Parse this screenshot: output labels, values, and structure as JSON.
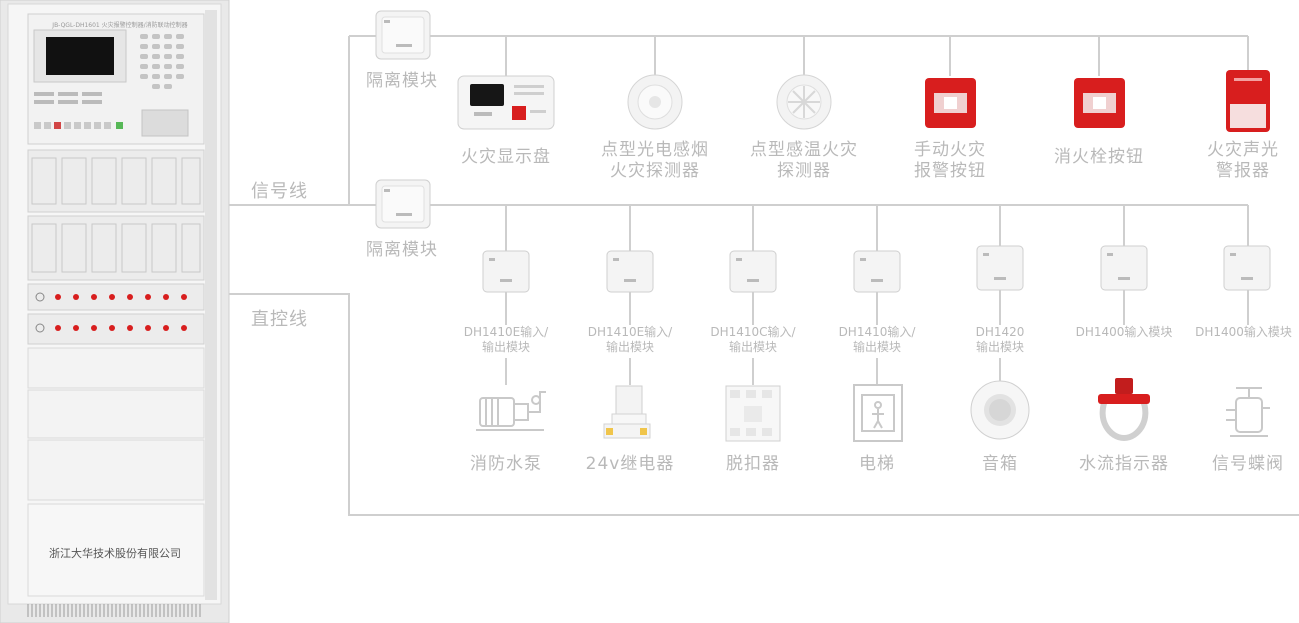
{
  "cabinet": {
    "title": "JB-QGL-DH1601 火灾报警控制器/消防联动控制器",
    "manufacturer": "浙江大华技术股份有限公司"
  },
  "lines": {
    "signal": "信号线",
    "direct": "直控线"
  },
  "isolators": [
    "隔离模块",
    "隔离模块"
  ],
  "top_devices": [
    {
      "label": [
        "火灾显示盘"
      ]
    },
    {
      "label": [
        "点型光电感烟",
        "火灾探测器"
      ]
    },
    {
      "label": [
        "点型感温火灾",
        "探测器"
      ]
    },
    {
      "label": [
        "手动火灾",
        "报警按钮"
      ]
    },
    {
      "label": [
        "消火栓按钮"
      ]
    },
    {
      "label": [
        "火灾声光",
        "警报器"
      ]
    }
  ],
  "modules": [
    {
      "label": [
        "DH1410E输入/",
        "输出模块"
      ],
      "device": "消防水泵"
    },
    {
      "label": [
        "DH1410E输入/",
        "输出模块"
      ],
      "device": "24v继电器"
    },
    {
      "label": [
        "DH1410C输入/",
        "输出模块"
      ],
      "device": "脱扣器"
    },
    {
      "label": [
        "DH1410输入/",
        "输出模块"
      ],
      "device": "电梯"
    },
    {
      "label": [
        "DH1420",
        "输出模块"
      ],
      "device": "音箱"
    },
    {
      "label": [
        "DH1400输入模块"
      ],
      "device": "水流指示器"
    },
    {
      "label": [
        "DH1400输入模块"
      ],
      "device": "信号蝶阀"
    }
  ],
  "colors": {
    "line": "#cfcfcf",
    "text": "#b9b9b9",
    "red": "#d81e1e"
  }
}
